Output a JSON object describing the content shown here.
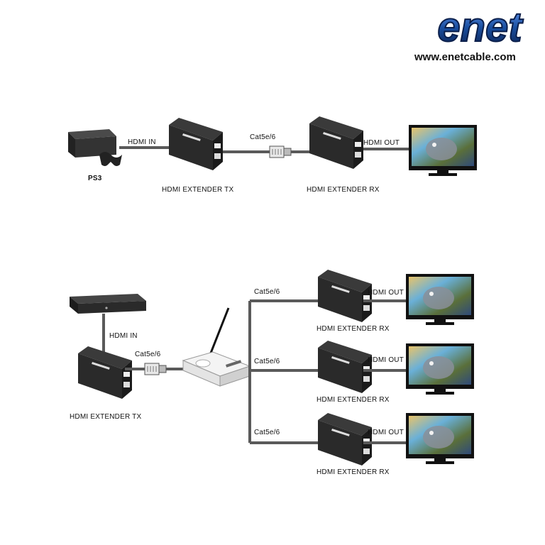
{
  "brand": {
    "logo_text": "enet",
    "website": "www.enetcable.com",
    "color_primary": "#1a4fa0",
    "color_dark": "#0a1e4a"
  },
  "diagram1": {
    "source_label": "PS3",
    "hdmi_in_label": "HDMI IN",
    "tx_label": "HDMI EXTENDER TX",
    "cable_label": "Cat5e/6",
    "rx_label": "HDMI EXTENDER RX",
    "hdmi_out_label": "HDMI OUT"
  },
  "diagram2": {
    "hdmi_in_label": "HDMI IN",
    "tx_label": "HDMI EXTENDER TX",
    "cable_in_label": "Cat5e/6",
    "branches": [
      {
        "cable_label": "Cat5e/6",
        "rx_label": "HDMI EXTENDER RX",
        "hdmi_out_label": "HDMI OUT"
      },
      {
        "cable_label": "Cat5e/6",
        "rx_label": "HDMI EXTENDER RX",
        "hdmi_out_label": "HDMI OUT"
      },
      {
        "cable_label": "Cat5e/6",
        "rx_label": "HDMI EXTENDER RX",
        "hdmi_out_label": "HDMI OUT"
      }
    ]
  }
}
